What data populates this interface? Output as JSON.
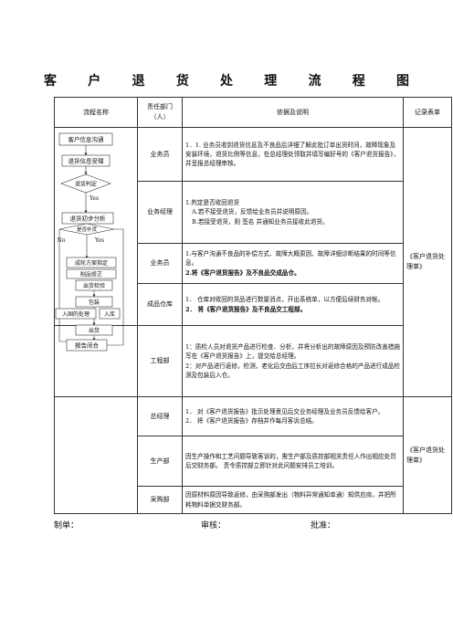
{
  "title_chars": [
    "客",
    "户",
    "退",
    "货",
    "处",
    "理",
    "流",
    "程",
    "图"
  ],
  "headers": {
    "flow": "流程名称",
    "dept": "责任部门（人）",
    "desc": "依据及说明",
    "record": "记录表单"
  },
  "flow": {
    "box1": "客户信息沟通",
    "box2": "退货信息受理",
    "diamond": "退货判定",
    "yes1": "Yes",
    "box3": "退货初步分析",
    "sub3": "是否补货",
    "no": "No",
    "yes2": "Yes",
    "box4": "成轮方案指定",
    "box5": "制品修正",
    "box6": "出货检验",
    "box7": "包装",
    "box8": "入国的处理",
    "box9": "入库",
    "box10": "出货",
    "box11": "报告闭合"
  },
  "rows": [
    {
      "dept": "业务员",
      "lines": [
        "1．1. 业务员收到退货信息及不良品后详细了解此批订单出货时间，故障现象及安装环境，退货比例等信息，在总经理处领取并填写编好号的《客户退货报告》，并呈报总经理审核。"
      ]
    },
    {
      "dept": "业务经理",
      "lines": [
        "1.判定是否收回退货",
        "A.若不接受退货，反馈给业务员并说明原因。",
        "B.若接受退货，则 签名 并通知业务员接收此退货。"
      ]
    },
    {
      "dept": "业务员",
      "lines": [
        "1.与客户沟通不良品的补偿方式、故障大概原因、故障详细诊断结果的时间等信息。",
        "2.将《客户退货报告》及不良品交成品仓。"
      ]
    },
    {
      "dept": "成品仓库",
      "lines": [
        "1．  仓库对收回的货品进行数量消点，开出系统单，以方便后续财务对帐。",
        "2．  将《客户退货报告》及不良品交工程部。"
      ]
    },
    {
      "dept": "工程部",
      "lines": [
        "1：质检人员对退货产品进行检查、分析，并将分析出的故障原因及预防改善措施写在《客户退货报告》上，提交给总经理。",
        "2：对产品进行返修，检测，老化后交由后工序拉长对返修合格的产品进行成品检测及包装后入仓。"
      ]
    },
    {
      "dept": "总经理",
      "lines": [
        "1．  对《客户退货报告》批示处理意见后交业务经理及业务员反馈给客户。",
        "2．  将《客户退货报告》存档并作每月客诉总结。"
      ]
    },
    {
      "dept": "生产部",
      "lines": [
        "因生产操作和工艺问题导致客诉的，需生产部及质控部相关责任人作出相应处罚后交财务部。  责令质控部立即针对此问题安排员工培训。"
      ]
    },
    {
      "dept": "采购部",
      "lines": [
        "因原材料原因导致返修，由采购部发出（物料异常通知单通）知供应商，并把所耗物料单据交财务部。"
      ]
    }
  ],
  "records": {
    "r1": "《客户退货处理单》",
    "r2": "《客户退货处理单》"
  },
  "footer": {
    "maker": "制单：",
    "reviewer": "审核：",
    "approver": "批准："
  }
}
